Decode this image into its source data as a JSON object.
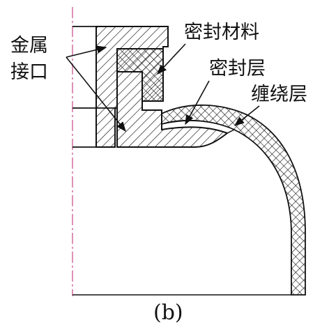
{
  "labels": {
    "metal_interface_line1": "金属",
    "metal_interface_line2": "接口",
    "sealing_material": "密封材料",
    "sealing_layer": "密封层",
    "winding_layer": "缠绕层"
  },
  "caption": "(b)",
  "colors": {
    "stroke": "#111111",
    "centerline": "#d0609a",
    "background": "#ffffff"
  }
}
